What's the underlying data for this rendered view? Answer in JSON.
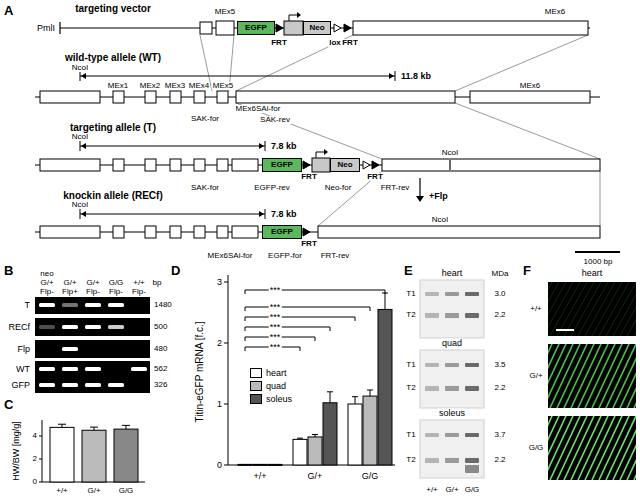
{
  "diagram": {
    "nodes": [
      {
        "text": [
          "EGFP"
        ]
      },
      {
        "text": [
          "Neo"
        ]
      },
      {
        "text": [
          "EGFP"
        ]
      },
      {
        "text": [
          "Neo"
        ]
      },
      {
        "text": [
          "EGFP"
        ]
      }
    ],
    "labels": [
      "A",
      "targeting vector",
      "PmlI",
      "MEx5",
      "FRT",
      "lox",
      "FRT",
      "MEx6",
      "wild-type allele (WT)",
      "NcoI",
      "11.8 kb",
      "MEx1",
      "MEx2",
      "MEx3",
      "MEx4",
      "MEx5",
      "MEx6",
      "SAK-for",
      "MEx6SAi-for",
      "SAK-rev",
      "targeting allele (T)",
      "NcoI",
      "7.8 kb",
      "NcoI",
      "FRT",
      "FRT",
      "SAK-for",
      "EGFP-rev",
      "Neo-for",
      "FRT-rev",
      "+Flp",
      "knockin allele (RECf)",
      "NcoI",
      "7.8 kb",
      "NcoI",
      "FRT",
      "MEx6SAi-for",
      "EGFP-for",
      "FRT-rev",
      "1000 bp",
      "B",
      "neo",
      "G/+",
      "G/+",
      "G/+",
      "G/G",
      "+/+",
      "Flp-",
      "Flp+",
      "Flp-",
      "Flp-",
      "Flp-",
      "bp",
      "T",
      "RECf",
      "Flp",
      "WT",
      "GFP",
      "1480",
      "500",
      "480",
      "562",
      "326",
      "C",
      "HW/BW [mg/g]",
      "4",
      "2",
      "0",
      "+/+",
      "G/+",
      "G/G",
      "D",
      "3",
      "2",
      "1",
      "0",
      "Titin-eGFP mRNA [f.c.]",
      "+/+",
      "G/+",
      "G/G",
      "***",
      "***",
      "***",
      "***",
      "***",
      "***",
      "E",
      "heart",
      "MDa",
      "T1",
      "T2",
      "3.0",
      "2.2",
      "quad",
      "T1",
      "T2",
      "3.5",
      "2.2",
      "soleus",
      "T1",
      "T2",
      "3.7",
      "2.2",
      "+/+",
      "G/+",
      "G/G",
      "F",
      "heart",
      "+/+",
      "G/+",
      "G/G"
    ],
    "legend": [
      {
        "text": "heart",
        "color": "#ffffff"
      },
      {
        "text": "quad",
        "color": "#bbbbbb"
      },
      {
        "text": "soleus",
        "color": "#555555"
      }
    ]
  }
}
